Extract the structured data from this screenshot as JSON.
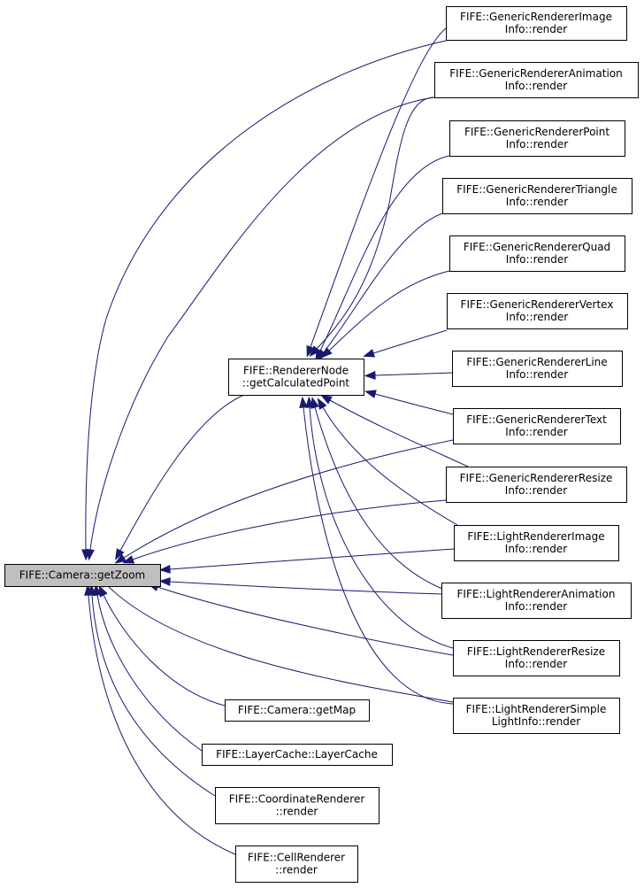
{
  "nodes": {
    "camera_getzoom": {
      "lines": [
        "FIFE::Camera::getZoom"
      ]
    },
    "renderernode_calc": {
      "lines": [
        "FIFE::RendererNode",
        "::getCalculatedPoint"
      ]
    },
    "gr_image": {
      "lines": [
        "FIFE::GenericRendererImage",
        "Info::render"
      ]
    },
    "gr_animation": {
      "lines": [
        "FIFE::GenericRendererAnimation",
        "Info::render"
      ]
    },
    "gr_point": {
      "lines": [
        "FIFE::GenericRendererPoint",
        "Info::render"
      ]
    },
    "gr_triangle": {
      "lines": [
        "FIFE::GenericRendererTriangle",
        "Info::render"
      ]
    },
    "gr_quad": {
      "lines": [
        "FIFE::GenericRendererQuad",
        "Info::render"
      ]
    },
    "gr_vertex": {
      "lines": [
        "FIFE::GenericRendererVertex",
        "Info::render"
      ]
    },
    "gr_line": {
      "lines": [
        "FIFE::GenericRendererLine",
        "Info::render"
      ]
    },
    "gr_text": {
      "lines": [
        "FIFE::GenericRendererText",
        "Info::render"
      ]
    },
    "gr_resize": {
      "lines": [
        "FIFE::GenericRendererResize",
        "Info::render"
      ]
    },
    "lr_image": {
      "lines": [
        "FIFE::LightRendererImage",
        "Info::render"
      ]
    },
    "lr_animation": {
      "lines": [
        "FIFE::LightRendererAnimation",
        "Info::render"
      ]
    },
    "lr_resize": {
      "lines": [
        "FIFE::LightRendererResize",
        "Info::render"
      ]
    },
    "lr_simple": {
      "lines": [
        "FIFE::LightRendererSimple",
        "LightInfo::render"
      ]
    },
    "camera_getmap": {
      "lines": [
        "FIFE::Camera::getMap"
      ]
    },
    "layercache": {
      "lines": [
        "FIFE::LayerCache::LayerCache"
      ]
    },
    "coordinate_renderer": {
      "lines": [
        "FIFE::CoordinateRenderer",
        "::render"
      ]
    },
    "cell_renderer": {
      "lines": [
        "FIFE::CellRenderer",
        "::render"
      ]
    }
  },
  "colors": {
    "edge": "#191970",
    "root_fill": "#bfbfbf",
    "node_fill": "#ffffff",
    "node_border": "#000000"
  }
}
